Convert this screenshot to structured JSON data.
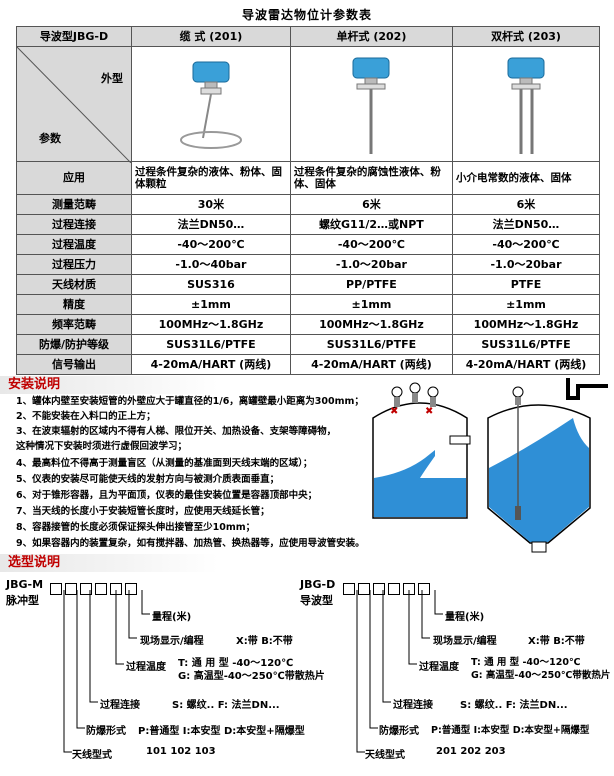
{
  "title": "导波雷达物位计参数表",
  "table": {
    "header_label": "导波型JBG-D",
    "header_type": "外型",
    "header_param": "参数",
    "models": [
      "缆 式 (201)",
      "单杆式 (202)",
      "双杆式 (203)"
    ],
    "rows": [
      {
        "label": "应用",
        "values": [
          "过程条件复杂的液体、粉体、固体颗粒",
          "过程条件复杂的腐蚀性液体、粉体、固体",
          "小介电常数的液体、固体"
        ]
      },
      {
        "label": "测量范畴",
        "values": [
          "30米",
          "6米",
          "6米"
        ]
      },
      {
        "label": "过程连接",
        "values": [
          "法兰DN50…",
          "螺纹G11/2…或NPT",
          "法兰DN50…"
        ]
      },
      {
        "label": "过程温度",
        "values": [
          "-40～200℃",
          "-40～200℃",
          "-40～200℃"
        ]
      },
      {
        "label": "过程压力",
        "values": [
          "-1.0～40bar",
          "-1.0～20bar",
          "-1.0～20bar"
        ]
      },
      {
        "label": "天线材质",
        "values": [
          "SUS316",
          "PP/PTFE",
          "PTFE"
        ]
      },
      {
        "label": "精度",
        "values": [
          "±1mm",
          "±1mm",
          "±1mm"
        ]
      },
      {
        "label": "频率范畴",
        "values": [
          "100MHz～1.8GHz",
          "100MHz～1.8GHz",
          "100MHz～1.8GHz"
        ]
      },
      {
        "label": "防爆/防护等级",
        "values": [
          "SUS31L6/PTFE",
          "SUS31L6/PTFE",
          "SUS31L6/PTFE"
        ]
      },
      {
        "label": "信号输出",
        "values": [
          "4-20mA/HART (两线)",
          "4-20mA/HART (两线)",
          "4-20mA/HART (两线)"
        ]
      }
    ]
  },
  "install": {
    "title": "安装说明",
    "notes": [
      "1、罐体内壁至安装短管的外壁应大于罐直径的1/6，离罐壁最小距离为300mm；",
      "2、不能安装在入料口的正上方；",
      "3、在波束辐射的区域内不得有人梯、限位开关、加热设备、支架等障碍物，",
      "   这种情况下安装时须进行虚假回波学习；",
      "4、最高料位不得高于测量盲区（从测量的基准面到天线末端的区域）；",
      "5、仪表的安装尽可能使天线的发射方向与被测介质表面垂直；",
      "6、对于锥形容器，且为平面顶，仪表的最佳安装位置是容器顶部中央；",
      "7、当天线的长度小于安装短管长度时，应使用天线延长管；",
      "8、容器接管的长度必须保证探头伸出接管至少10mm；",
      "9、如果容器内的装置复杂，如有搅拌器、加热管、换热器等，应使用导波管安装。"
    ]
  },
  "select": {
    "title": "选型说明",
    "left": {
      "code": "JBG-M",
      "name": "脉冲型",
      "items": [
        {
          "name": "量程(米)",
          "desc": ""
        },
        {
          "name": "现场显示/编程",
          "desc": "X:带   B:不带"
        },
        {
          "name": "过程温度",
          "desc": "T: 通 用 型 -40～120℃",
          "desc2": "G: 高温型-40～250℃带散热片"
        },
        {
          "name": "过程连接",
          "desc": "S: 螺纹..     F: 法兰DN..."
        },
        {
          "name": "防爆形式",
          "desc": "P:普通型  I:本安型  D:本安型+隔爆型"
        },
        {
          "name": "天线型式",
          "desc": "101   102   103"
        }
      ]
    },
    "right": {
      "code": "JBG-D",
      "name": "导波型",
      "items": [
        {
          "name": "量程(米)",
          "desc": ""
        },
        {
          "name": "现场显示/编程",
          "desc": "X:带   B:不带"
        },
        {
          "name": "过程温度",
          "desc": "T: 通 用 型 -40～120℃",
          "desc2": "G: 高温型-40～250℃带散热片"
        },
        {
          "name": "过程连接",
          "desc": "S: 螺纹..     F: 法兰DN..."
        },
        {
          "name": "防爆形式",
          "desc": "P:普通型  I:本安型  D:本安型+隔爆型"
        },
        {
          "name": "天线型式",
          "desc": "201   202   203"
        }
      ]
    }
  },
  "colors": {
    "accent_red": "#c00000",
    "water": "#2f8fd6",
    "device": "#3aa0d8"
  }
}
